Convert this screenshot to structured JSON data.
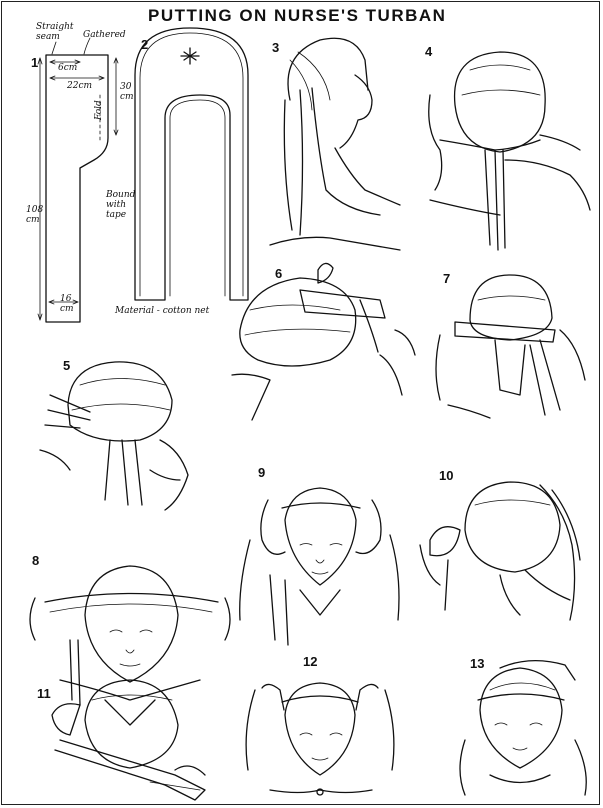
{
  "title": "PUTTING ON NURSE'S TURBAN",
  "diagram1": {
    "number": "1",
    "label_straight_seam": "Straight seam",
    "label_gathered": "Gathered",
    "dim_6cm": "6cm",
    "dim_22cm": "22cm",
    "dim_30cm": "30 cm",
    "label_fold": "Fold",
    "dim_108cm": "108 cm",
    "dim_16cm": "16 cm"
  },
  "diagram2": {
    "number": "2",
    "label_bound": "Bound with tape",
    "label_material": "Material - cotton net"
  },
  "steps": [
    "3",
    "4",
    "5",
    "6",
    "7",
    "8",
    "9",
    "10",
    "11",
    "12",
    "13"
  ]
}
